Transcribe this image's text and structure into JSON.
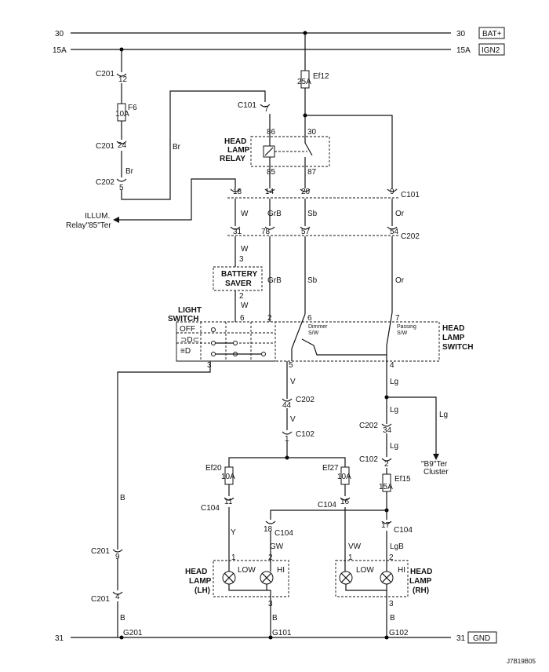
{
  "rails": {
    "r30": {
      "left": "30",
      "right": "30",
      "tag": "BAT+"
    },
    "r15a": {
      "left": "15A",
      "right": "15A",
      "tag": "IGN2"
    },
    "r31": {
      "left": "31",
      "right": "31",
      "tag": "GND"
    }
  },
  "connectors": {
    "c201_a": "C201",
    "c201_b": "C201",
    "c201_c": "C201",
    "c201_d": "C201",
    "c202_a": "C202",
    "c202_b": "C202",
    "c202_c": "C202",
    "c202_d": "C202",
    "c101_a": "C101",
    "c101_b": "C101",
    "c102": "C102",
    "c104": "C104"
  },
  "pins": {
    "p1": "1",
    "p2": "2",
    "p3": "3",
    "p4": "4",
    "p5": "5",
    "p6": "6",
    "p7": "7",
    "p9": "9",
    "p11": "11",
    "p12": "12",
    "p14": "14",
    "p16": "16",
    "p17": "17",
    "p18": "18",
    "p20": "20",
    "p24": "24",
    "p30": "30",
    "p31": "31",
    "p34": "34",
    "p44": "44",
    "p54": "54",
    "p57": "57",
    "p78": "78",
    "p85": "85",
    "p86": "86",
    "p87": "87"
  },
  "fuses": {
    "f6": {
      "name": "F6",
      "rating": "10A"
    },
    "ef12": {
      "name": "Ef12",
      "rating": "25A"
    },
    "ef20": {
      "name": "Ef20",
      "rating": "10A"
    },
    "ef27": {
      "name": "Ef27",
      "rating": "10A"
    },
    "ef15": {
      "name": "Ef15",
      "rating": "15A"
    }
  },
  "wires": {
    "br": "Br",
    "w": "W",
    "grb": "GrB",
    "sb": "Sb",
    "or": "Or",
    "b": "B",
    "v": "V",
    "lg": "Lg",
    "y": "Y",
    "gw": "GW",
    "vw": "VW",
    "lgb": "LgB"
  },
  "labels": {
    "relay1": "HEAD",
    "relay2": "LAMP",
    "relay3": "RELAY",
    "illum1": "ILLUM.",
    "illum2": "Relay\"85\"Ter",
    "saver1": "BATTERY",
    "saver2": "SAVER",
    "lightsw1": "LIGHT",
    "lightsw2": "SWITCH",
    "hlsw1": "HEAD",
    "hlsw2": "LAMP",
    "hlsw3": "SWITCH",
    "off": "OFF",
    "park": "⊃D⊂",
    "hl": "≡D",
    "dimmer1": "Dimmer",
    "dimmer2": "S/W",
    "passing1": "Passing",
    "passing2": "S/W",
    "cluster1": "\"B9\"Ter",
    "cluster2": "Cluster",
    "lamp1": "HEAD",
    "lamp2": "LAMP",
    "lampLH": "(LH)",
    "lampRH": "(RH)",
    "low": "LOW",
    "hi": "HI"
  },
  "grounds": {
    "g201": "G201",
    "g101": "G101",
    "g102": "G102"
  },
  "doc_code": "J7B19B05"
}
